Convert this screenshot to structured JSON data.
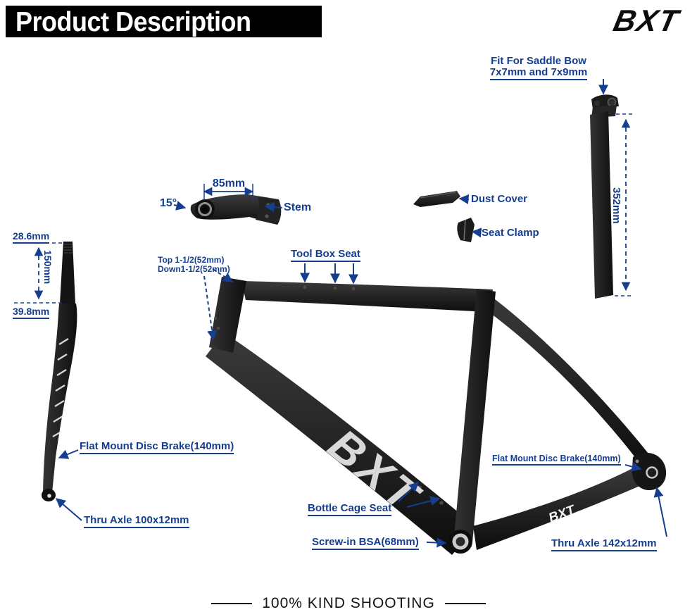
{
  "header": {
    "title": "Product Description",
    "brand": "BXT"
  },
  "seatpost": {
    "fit_label_line1": "Fit For Saddle Bow",
    "fit_label_line2": "7x7mm and 7x9mm",
    "length": "352mm"
  },
  "stem": {
    "length": "85mm",
    "angle": "15°",
    "label": "Stem"
  },
  "parts": {
    "dust_cover": "Dust Cover",
    "seat_clamp": "Seat Clamp"
  },
  "fork": {
    "top_diameter": "28.6mm",
    "steerer_length": "150mm",
    "bottom_diameter": "39.8mm",
    "disc_brake": "Flat Mount Disc Brake(140mm)",
    "thru_axle": "Thru Axle 100x12mm"
  },
  "frame": {
    "headset_top": "Top 1-1/2(52mm)",
    "headset_down": "Down1-1/2(52mm)",
    "tool_box_seat": "Tool Box Seat",
    "bottle_cage_seat": "Bottle Cage Seat",
    "bottom_bracket": "Screw-in BSA(68mm)",
    "rear_disc_brake": "Flat Mount Disc Brake(140mm)",
    "rear_thru_axle": "Thru Axle 142x12mm",
    "downtube_logo": "BXT",
    "chainstay_logo": "BXT"
  },
  "footer": {
    "caption": "100% KIND SHOOTING"
  },
  "colors": {
    "accent_blue": "#153e8f",
    "banner_black": "#000000",
    "carbon_dark": "#1a1a1a"
  }
}
